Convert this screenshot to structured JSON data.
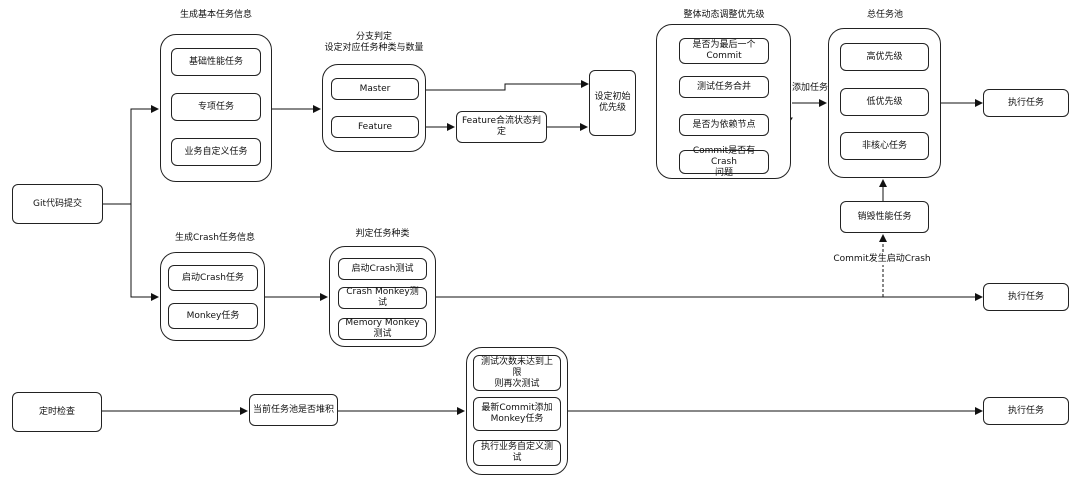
{
  "nodes": {
    "git_commit": "Git代码提交",
    "timed_check": "定时检查",
    "basic_perf": "基础性能任务",
    "special": "专项任务",
    "biz_custom": "业务自定义任务",
    "master": "Master",
    "feature": "Feature",
    "feature_merge": "Feature合流状态判定",
    "set_priority": "设定初始\n优先级",
    "is_last_commit": "是否为最后一个\nCommit",
    "test_merge": "测试任务合并",
    "is_depend_node": "是否为依赖节点",
    "has_crash": "Commit是否有Crash\n问题",
    "high": "高优先级",
    "low": "低优先级",
    "noncore": "非核心任务",
    "execute1": "执行任务",
    "destroy_perf": "销毁性能任务",
    "launch_crash": "启动Crash任务",
    "monkey": "Monkey任务",
    "launch_crash_test": "启动Crash测试",
    "crash_monkey_test": "Crash Monkey测试",
    "memory_monkey_test": "Memory Monkey测试",
    "execute2": "执行任务",
    "pool_backlog": "当前任务池是否堆积",
    "retry": "测试次数未达到上限\n则再次测试",
    "latest_commit": "最新Commit添加\nMonkey任务",
    "exec_custom": "执行业务自定义测试",
    "execute3": "执行任务"
  },
  "labels": {
    "gen_basic": "生成基本任务信息",
    "branch": "分支判定\n设定对应任务种类与数量",
    "dynamic": "整体动态调整优先级",
    "total_pool": "总任务池",
    "add_task": "添加任务",
    "gen_crash": "生成Crash任务信息",
    "judge_type": "判定任务种类",
    "commit_crash": "Commit发生启动Crash"
  }
}
